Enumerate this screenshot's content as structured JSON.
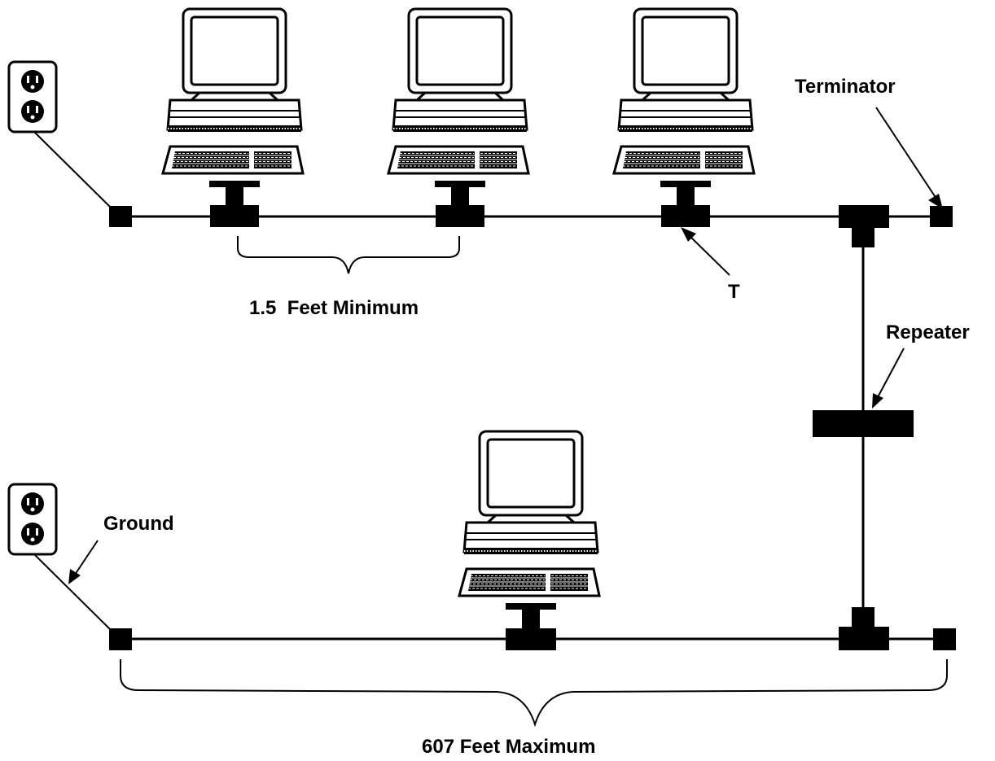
{
  "labels": {
    "terminator": "Terminator",
    "t_connector": "T",
    "repeater": "Repeater",
    "ground": "Ground",
    "min_spacing": "1.5  Feet Minimum",
    "max_length": "607 Feet Maximum"
  },
  "colors": {
    "ink": "#000000",
    "paper": "#ffffff"
  }
}
